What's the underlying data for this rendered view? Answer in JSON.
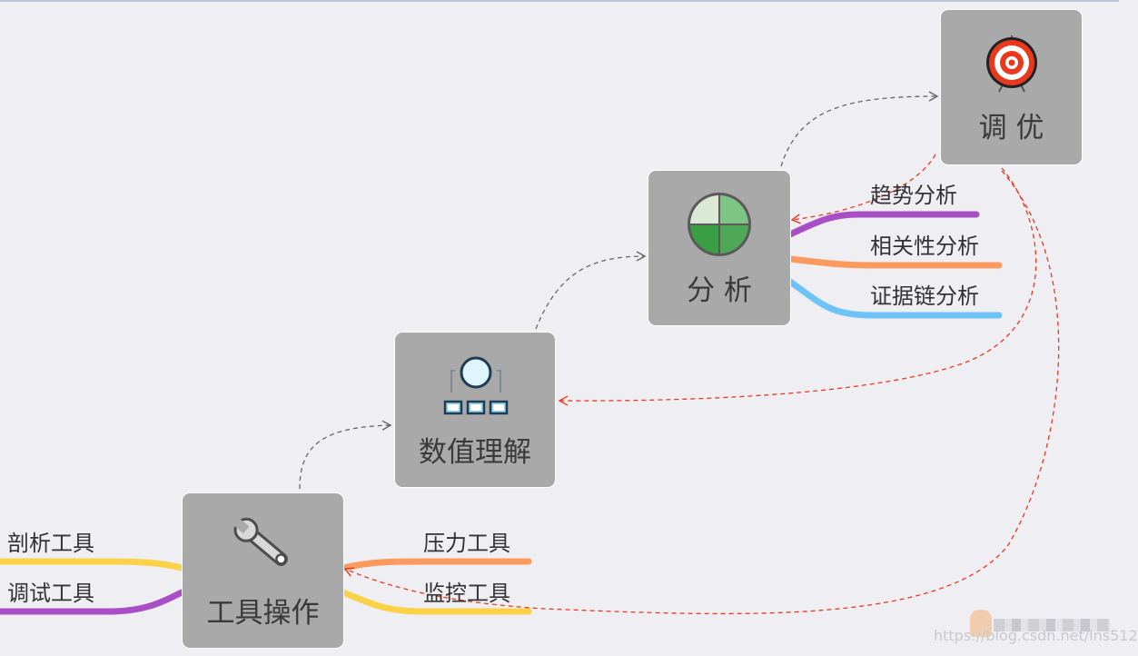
{
  "nodes": {
    "tuning": {
      "label": "调  优",
      "icon": "target-icon"
    },
    "analysis": {
      "label": "分  析",
      "icon": "pie-chart-icon"
    },
    "understanding": {
      "label": "数值理解",
      "icon": "org-chart-icon"
    },
    "tools": {
      "label": "工具操作",
      "icon": "wrench-icon"
    }
  },
  "branches": {
    "analysis": [
      "趋势分析",
      "相关性分析",
      "证据链分析"
    ],
    "tools_right": [
      "压力工具",
      "监控工具"
    ],
    "tools_left": [
      "剖析工具",
      "调试工具"
    ]
  },
  "colors": {
    "background": "#efeef3",
    "node": "#a9a9a9",
    "purple": "#a84fc5",
    "orange": "#fb9a5f",
    "blue": "#6ec3f6",
    "yellow": "#fbd147",
    "dashed_gray": "#666666",
    "dashed_red": "#e8391f"
  },
  "watermark": "https://blog.csdn.net/lns512"
}
